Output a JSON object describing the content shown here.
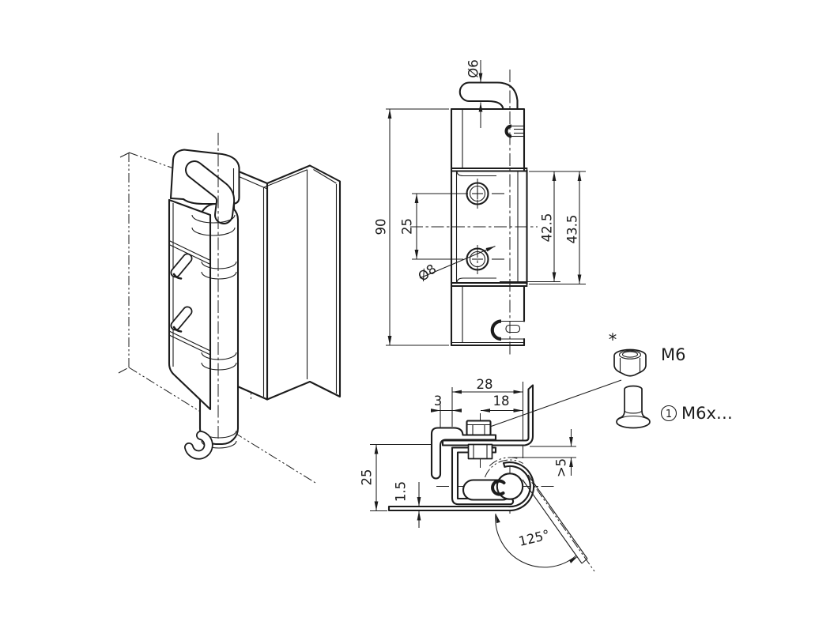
{
  "drawing": {
    "type": "technical-drawing",
    "part": "180-degree concealed cabinet hinge",
    "ink_color": "#1c1c1c",
    "background_color": "#ffffff"
  },
  "front_view": {
    "dim_pin_diameter": "Ø6",
    "dim_overall_height": "90",
    "dim_hole_spacing": "25",
    "dim_hole_diameter": "Ø8",
    "dim_leaf_height_inner": "42.5",
    "dim_leaf_height_outer": "43.5"
  },
  "section_view": {
    "dim_clamp_width": "28",
    "dim_claw_offset": "3",
    "dim_bolt_offset": "18",
    "dim_mounting_depth": "25",
    "dim_sheet_thickness": "1.5",
    "dim_min_clearance": ">5",
    "dim_opening_angle": "125°"
  },
  "hardware": {
    "nut_footnote_marker": "*",
    "nut_label": "M6",
    "screw_item_number": "1",
    "screw_label": "M6x…"
  }
}
